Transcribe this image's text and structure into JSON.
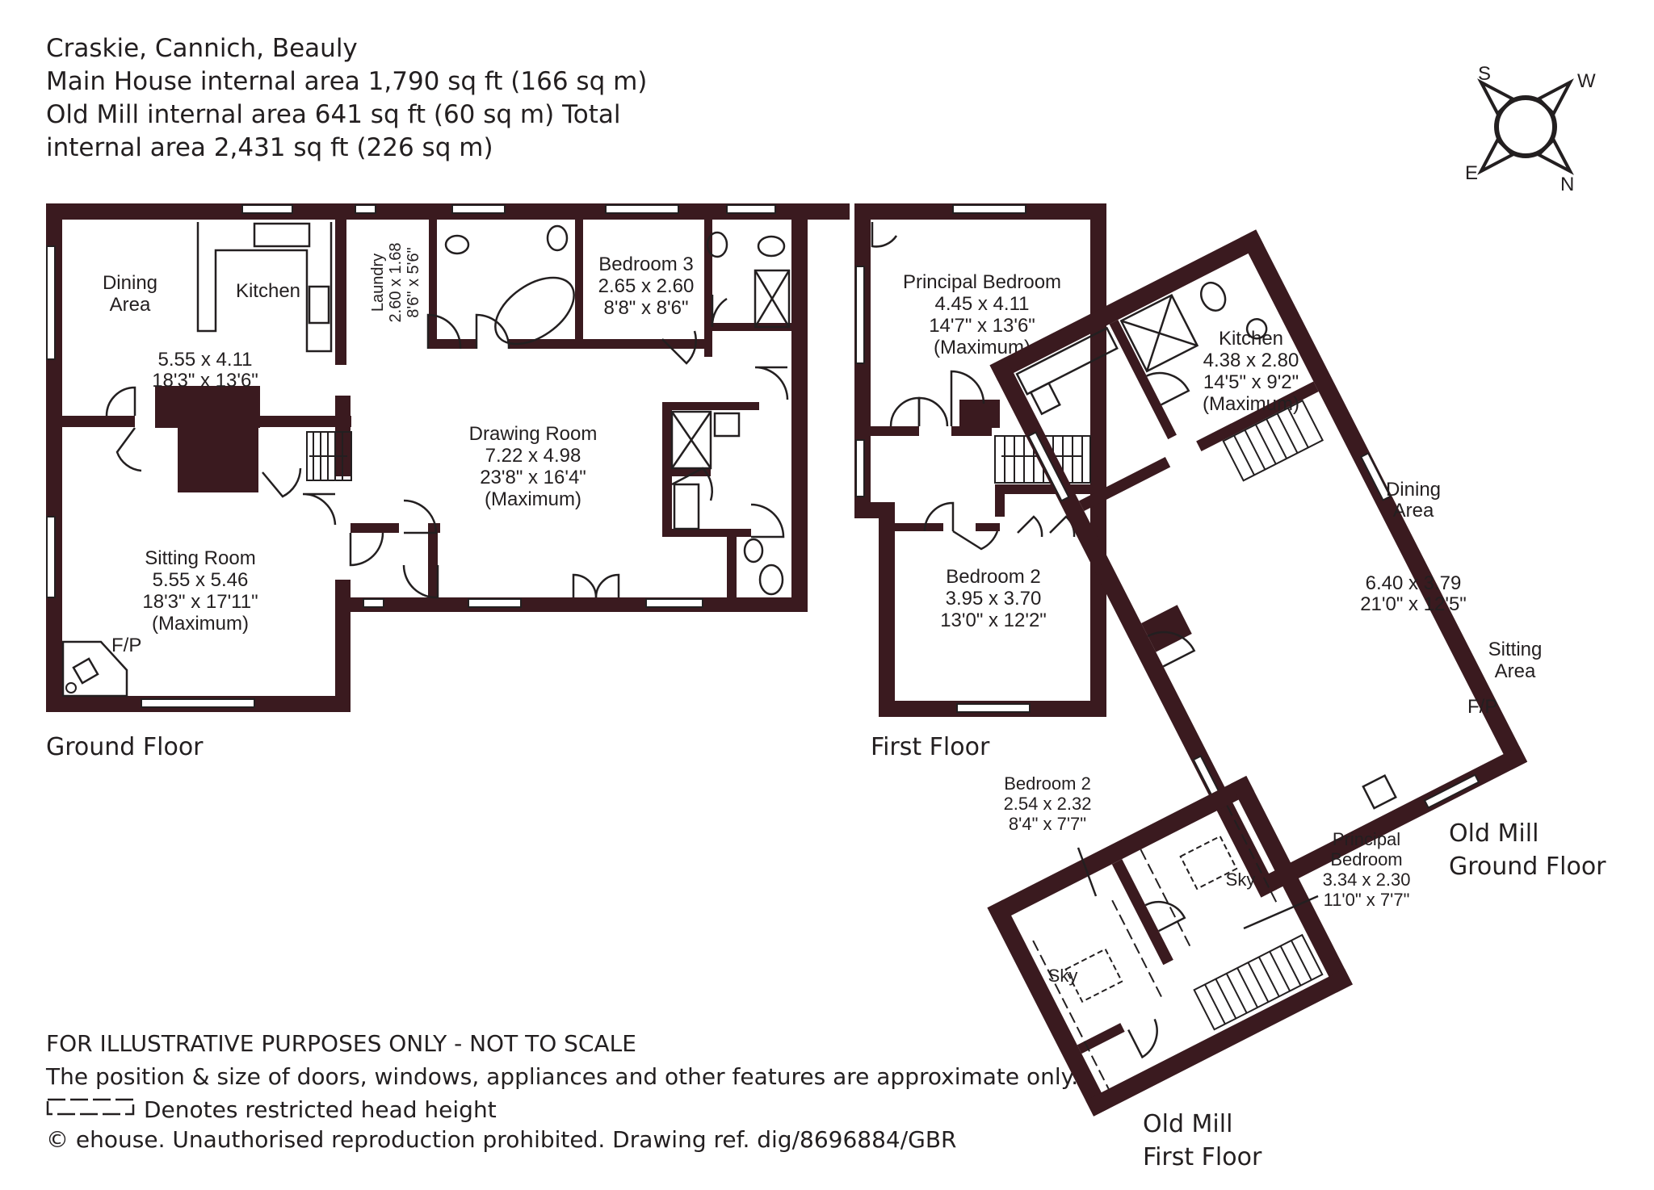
{
  "header": {
    "address": "Craskie, Cannich, Beauly",
    "main_house_area": "Main House internal area 1,790 sq ft (166 sq m)",
    "old_mill_area": "Old Mill internal area 641 sq ft (60 sq m) Total",
    "total_area": "internal area 2,431 sq ft (226 sq m)"
  },
  "compass": {
    "n": "N",
    "s": "S",
    "e": "E",
    "w": "W"
  },
  "ground_floor": {
    "label": "Ground Floor",
    "dining": {
      "l1": "Dining",
      "l2": "Area"
    },
    "kitchen": {
      "name": "Kitchen"
    },
    "dining_kitchen_dims": {
      "metric": "5.55 x 4.11",
      "imperial": "18'3\" x 13'6\""
    },
    "laundry": {
      "name": "Laundry",
      "metric": "2.60 x 1.68",
      "imperial": "8'6\" x 5'6\""
    },
    "bedroom3": {
      "name": "Bedroom 3",
      "metric": "2.65 x 2.60",
      "imperial": "8'8\" x 8'6\""
    },
    "drawing": {
      "name": "Drawing Room",
      "metric": "7.22 x 4.98",
      "imperial": "23'8\" x 16'4\"",
      "note": "(Maximum)"
    },
    "sitting": {
      "name": "Sitting Room",
      "metric": "5.55 x 5.46",
      "imperial": "18'3\" x 17'11\"",
      "note": "(Maximum)"
    },
    "fp": "F/P"
  },
  "first_floor": {
    "label": "First Floor",
    "principal": {
      "name": "Principal Bedroom",
      "metric": "4.45 x 4.11",
      "imperial": "14'7\" x 13'6\"",
      "note": "(Maximum)"
    },
    "bedroom2": {
      "name": "Bedroom 2",
      "metric": "3.95 x 3.70",
      "imperial": "13'0\" x 12'2\""
    }
  },
  "old_mill_ground": {
    "label1": "Old Mill",
    "label2": "Ground Floor",
    "kitchen": {
      "name": "Kitchen",
      "metric": "4.38 x 2.80",
      "imperial": "14'5\" x 9'2\"",
      "note": "(Maximum)"
    },
    "dining": {
      "l1": "Dining",
      "l2": "Area"
    },
    "dims": {
      "metric": "6.40 x 3.79",
      "imperial": "21'0\" x 12'5\""
    },
    "sitting": {
      "l1": "Sitting",
      "l2": "Area"
    },
    "fp": "F/P"
  },
  "old_mill_first": {
    "label1": "Old Mill",
    "label2": "First Floor",
    "bedroom2": {
      "name": "Bedroom 2",
      "metric": "2.54 x 2.32",
      "imperial": "8'4\" x 7'7\""
    },
    "principal": {
      "l1": "Principal",
      "l2": "Bedroom",
      "metric": "3.34 x 2.30",
      "imperial": "11'0\" x 7'7\""
    },
    "sky": "Sky"
  },
  "footer": {
    "disclaimer": "FOR ILLUSTRATIVE PURPOSES ONLY - NOT TO SCALE",
    "position_note": "The position & size of doors, windows, appliances and other features are approximate only.",
    "legend_text": "Denotes restricted head height",
    "copyright": "© ehouse. Unauthorised reproduction prohibited. Drawing ref. dig/8696884/GBR"
  },
  "colors": {
    "wall": "#3a1a1f",
    "text": "#231f20",
    "background": "#ffffff"
  }
}
